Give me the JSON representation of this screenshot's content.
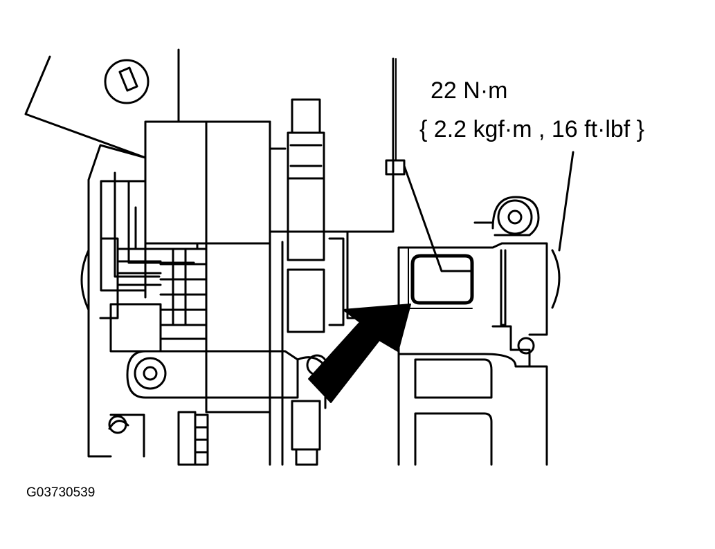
{
  "annotation": {
    "torque_value": "22 N·m",
    "torque_alternates": "{ 2.2 kgf·m , 16 ft·lbf }"
  },
  "figure": {
    "id": "G03730539"
  },
  "icons": {
    "pointer": "arrow-pointer-icon",
    "bolt": "bolt-head-icon"
  },
  "colors": {
    "ink": "#000000",
    "paper": "#ffffff"
  }
}
